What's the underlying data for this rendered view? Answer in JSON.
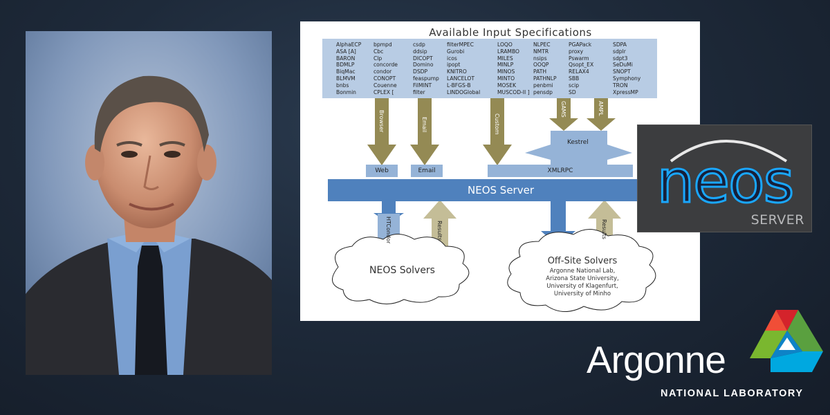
{
  "diagram": {
    "title": "Available Input Specifications",
    "spec_columns": [
      [
        "AlphaECP",
        "ASA [A]",
        "BARON",
        "BDMLP",
        "BiqMac",
        "BLMVM",
        "bnbs",
        "Bonmin"
      ],
      [
        "bpmpd",
        "Cbc",
        "Clp",
        "concorde",
        "condor",
        "CONOPT",
        "Couenne",
        "CPLEX ["
      ],
      [
        "csdp",
        "ddsip",
        "DICOPT",
        "Domino",
        "DSDP",
        "feaspump",
        "FilMINT",
        "filter"
      ],
      [
        "filterMPEC",
        "Gurobi",
        "icos",
        "ipopt",
        "KNITRO",
        "LANCELOT",
        "L-BFGS-B",
        "LINDOGlobal"
      ],
      [
        "LOQO",
        "LRAMBO",
        "MILES",
        "MINLP",
        "MINOS",
        "MINTO",
        "MOSEK",
        "MUSCOD-II ]"
      ],
      [
        "NLPEC",
        "NMTR",
        "nsips",
        "OOQP",
        "PATH",
        "PATHNLP",
        "penbmi",
        "pensdp"
      ],
      [
        "PGAPack",
        "proxy",
        "Pswarm",
        "Qsopt_EX",
        "RELAX4",
        "SBB",
        "scip",
        "SD"
      ],
      [
        "SDPA",
        "sdplr",
        "sdpt3",
        "SeDuMi",
        "SNOPT",
        "Symphony",
        "TRON",
        "XpressMP"
      ]
    ],
    "arrow_labels": {
      "browser": "Browser",
      "email": "Email",
      "custom": "Custom",
      "gams": "GAMS",
      "ampl": "AMPL",
      "htcondor": "HTCondor",
      "results_left": "Results",
      "results_right": "Results"
    },
    "boxes": {
      "web": "Web",
      "email": "Email",
      "xmlrpc": "XMLRPC",
      "kestrel": "Kestrel",
      "server": "NEOS Server"
    },
    "clouds": {
      "neos_solvers": "NEOS Solvers",
      "offsite_title": "Off-Site Solvers",
      "offsite_lines": [
        "Argonne National Lab,",
        "Arizona State University,",
        "University of Klagenfurt,",
        "University of Minho"
      ]
    },
    "colors": {
      "spec_box": "#b8cce4",
      "server_bar": "#4f81bd",
      "olive_arrow": "#948a54",
      "results_arrow": "#c4bd97",
      "light_blue_arrow": "#95b3d7"
    }
  },
  "neos_logo": {
    "word": "neos",
    "subtitle": "SERVER",
    "accent": "#1aa7ff"
  },
  "argonne_logo": {
    "name": "Argonne",
    "subtitle": "NATIONAL LABORATORY"
  },
  "portrait": {
    "icon": "person-photo"
  }
}
